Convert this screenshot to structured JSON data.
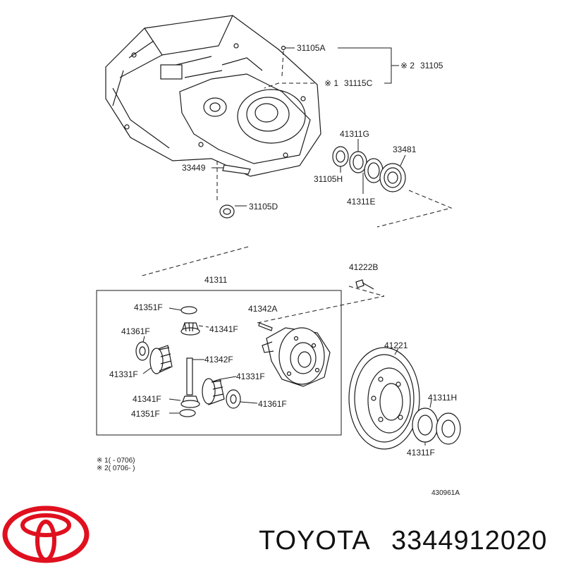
{
  "parts": {
    "p31105A": "31105A",
    "note2_mark": "※ 2",
    "p31105": "31105",
    "note1_mark": "※ 1",
    "p31115C": "31115C",
    "p41311G": "41311G",
    "p33481": "33481",
    "p33449": "33449",
    "p31105H": "31105H",
    "p41311E": "41311E",
    "p31105D": "31105D",
    "p41311": "41311",
    "p41222B": "41222B",
    "p41351F_top": "41351F",
    "p41342A": "41342A",
    "p41341F_top": "41341F",
    "p41361F_left": "41361F",
    "p41342F": "41342F",
    "p41331F_left": "41331F",
    "p41331F_right": "41331F",
    "p41341F_bottom": "41341F",
    "p41361F_right": "41361F",
    "p41351F_bottom": "41351F",
    "p41221": "41221",
    "p41311H": "41311H",
    "p41311F": "41311F"
  },
  "notes": {
    "line1": "※ 1(        - 0706)",
    "line2": "※ 2( 0706-          )"
  },
  "diagram_code": "430961A",
  "brand": {
    "name": "TOYOTA",
    "part_number": "3344912020",
    "logo_color": "#e0101f"
  }
}
